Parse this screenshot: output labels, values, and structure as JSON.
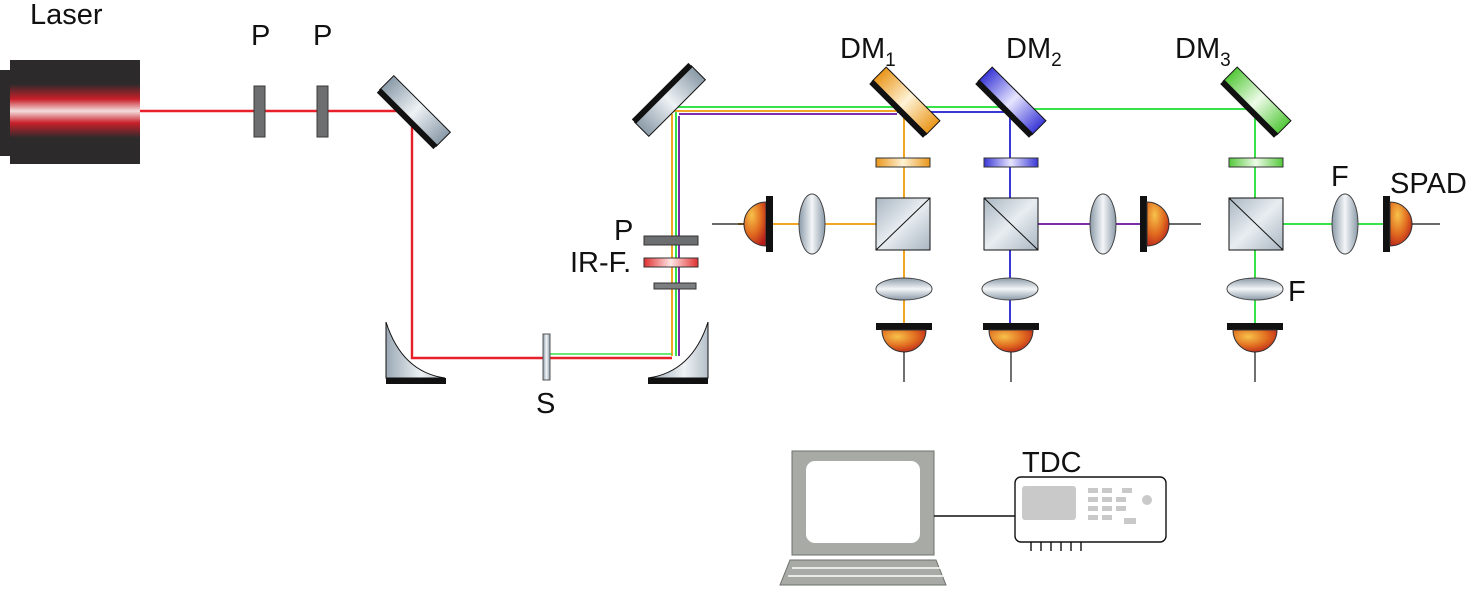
{
  "labels": {
    "laser": "Laser",
    "polarizer_1": "P",
    "polarizer_2": "P",
    "polarizer_3": "P",
    "ir_filter": "IR-F.",
    "sample": "S",
    "dm_main": "DM",
    "dm1_sub": "1",
    "dm2_sub": "2",
    "dm3_sub": "3",
    "filter_top": "F",
    "filter_right": "F",
    "spad": "SPAD",
    "tdc": "TDC"
  },
  "colors": {
    "laser_beam": "#e8202a",
    "orange_channel": "#f0a623",
    "blue_channel": "#3a37d6",
    "green_channel": "#39e24a",
    "purple_channel": "#7a2ea8",
    "laser_body": "#2d2a2b"
  }
}
